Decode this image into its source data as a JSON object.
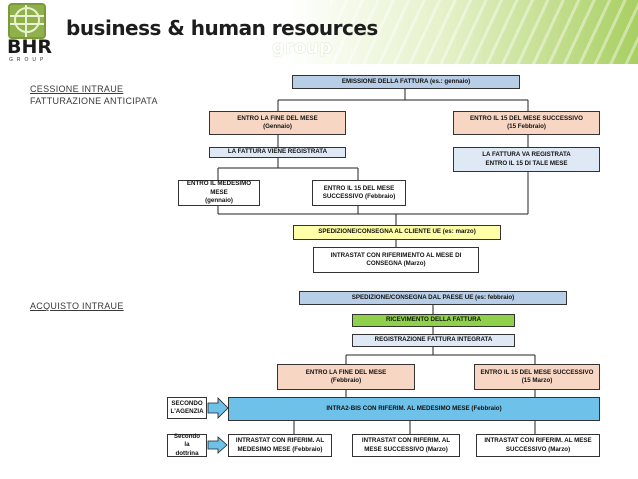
{
  "header": {
    "title": "business & human resources",
    "subtitle": "group",
    "logo_text": "BHR",
    "logo_tagline": "GROUP"
  },
  "sections": {
    "cessione_line1": "CESSIONE INTRAUE",
    "cessione_line2": "FATTURAZIONE ANTICIPATA",
    "acquisto": "ACQUISTO INTRAUE"
  },
  "cessione": {
    "emissione": "EMISSIONE DELLA FATTURA (es.: gennaio)",
    "entro_fine_l1": "ENTRO LA FINE DEL MESE",
    "entro_fine_l2": "(Gennaio)",
    "entro_15_l1": "ENTRO IL 15 DEL MESE SUCCESSIVO",
    "entro_15_l2": "(15 Febbraio)",
    "registrata": "LA FATTURA VIENE REGISTRATA",
    "va_registrata_l1": "LA FATTURA VA REGISTRATA",
    "va_registrata_l2": "ENTRO IL 15 DI TALE MESE",
    "medesimo_l1": "ENTRO IL MEDESIMO MESE",
    "medesimo_l2": "(gennaio)",
    "entro15b_l1": "ENTRO IL 15 DEL MESE",
    "entro15b_l2": "SUCCESSIVO (Febbraio)",
    "spedizione": "SPEDIZIONE/CONSEGNA AL CLIENTE UE (es: marzo)",
    "intrastat_l1": "INTRASTAT CON RIFERIMENTO AL MESE DI",
    "intrastat_l2": "CONSEGNA (Marzo)"
  },
  "acquisto": {
    "spedizione": "SPEDIZIONE/CONSEGNA DAL PAESE UE (es: febbraio)",
    "ricevimento": "RICEVIMENTO DELLA FATTURA",
    "registrazione": "REGISTRAZIONE FATTURA INTEGRATA",
    "fine_l1": "ENTRO LA FINE DEL MESE",
    "fine_l2": "(Febbraio)",
    "quindici_l1": "ENTRO IL 15 DEL MESE SUCCESSIVO",
    "quindici_l2": "(15 Marzo)",
    "secondo_agenzia_l1": "SECONDO",
    "secondo_agenzia_l2": "L'AGENZIA",
    "intra2": "INTRA2-BIS CON RIFERIM. AL MEDESIMO MESE (Febbraio)",
    "secondo_dottrina_l1": "Secondo la",
    "secondo_dottrina_l2": "dottrina",
    "intrastat1_l1": "INTRASTAT CON RIFERIM. AL",
    "intrastat1_l2": "MEDESIMO MESE (Febbraio)",
    "intrastat2_l1": "INTRASTAT CON RIFERIM. AL",
    "intrastat2_l2": "MESE SUCCESSIVO (Marzo)",
    "intrastat3_l1": "INTRASTAT CON RIFERIM. AL MESE",
    "intrastat3_l2": "SUCCESSIVO (Marzo)"
  },
  "colors": {
    "header_green": "#a9cf62",
    "box_blue": "#b8cde6",
    "box_peach": "#f7d7c4",
    "box_green": "#8fd14a",
    "box_yellow": "#ffffa8",
    "box_cyan": "#6ec1e8"
  }
}
